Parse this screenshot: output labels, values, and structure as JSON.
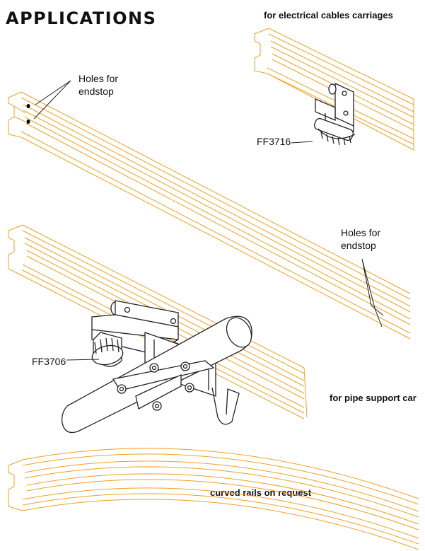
{
  "heading": "APPLICATIONS",
  "captions": {
    "electrical": "for electrical cables carriages",
    "pipe": "for pipe support car",
    "curved": "curved rails on request"
  },
  "notes": {
    "holes_left": {
      "line1": "Holes for",
      "line2": "endstop"
    },
    "holes_right": {
      "line1": "Holes for",
      "line2": "endstop"
    }
  },
  "parts": {
    "carriage": "FF3716",
    "pipe_support": "FF3706"
  },
  "colors": {
    "rail": "#f0a020",
    "ink": "#222222"
  }
}
